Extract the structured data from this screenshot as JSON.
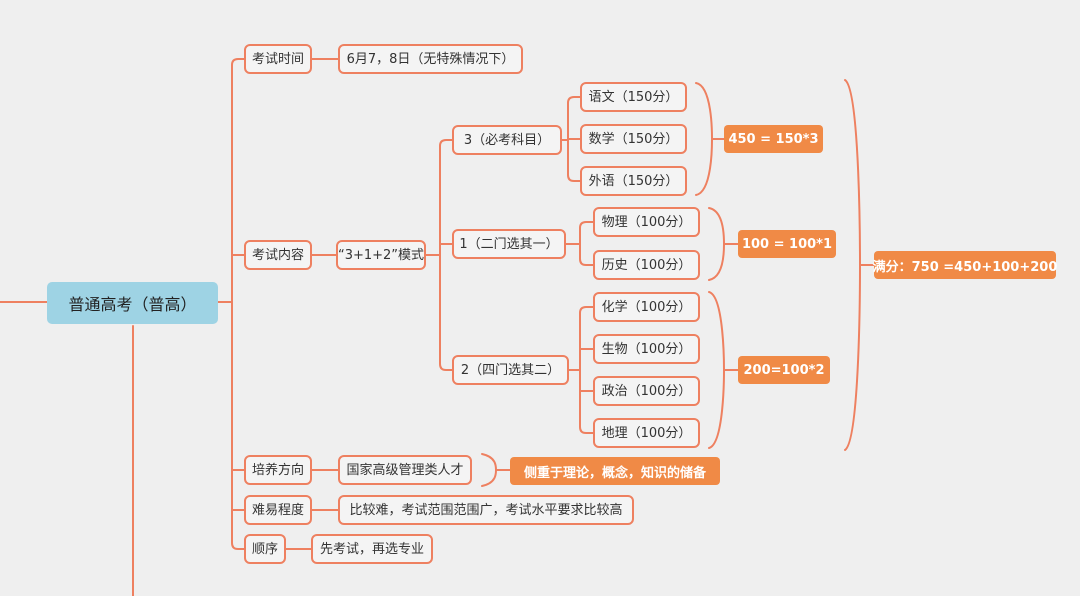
{
  "root": {
    "label": "普通高考（普高）"
  },
  "level1": {
    "exam_time": "考试时间",
    "exam_content": "考试内容",
    "training_direction": "培养方向",
    "difficulty": "难易程度",
    "order": "顺序"
  },
  "level2": {
    "exam_time_value": "6月7，8日（无特殊情况下）",
    "mode": "“3+1+2”模式",
    "training_value": "国家高级管理类人才",
    "difficulty_value": "比较难，考试范围范围广，考试水平要求比较高",
    "order_value": "先考试，再选专业"
  },
  "groups": {
    "required": "3（必考科目）",
    "choose_one": "1（二门选其一）",
    "choose_two": "2（四门选其二）"
  },
  "subjects": {
    "chinese": "语文（150分）",
    "math": "数学（150分）",
    "foreign": "外语（150分）",
    "physics": "物理（100分）",
    "history": "历史（100分）",
    "chemistry": "化学（100分）",
    "biology": "生物（100分）",
    "politics": "政治（100分）",
    "geography": "地理（100分）"
  },
  "summaries": {
    "required_total": "450 = 150*3",
    "choose_one_total": "100 = 100*1",
    "choose_two_total": "200=100*2",
    "full_score": "满分：750 =450+100+200",
    "training_note": "侧重于理论，概念，知识的储备"
  },
  "colors": {
    "line": "#ee8060",
    "root_bg": "#9ed3e4",
    "badge_bg": "#f08a46",
    "canvas_bg": "#efefef"
  }
}
